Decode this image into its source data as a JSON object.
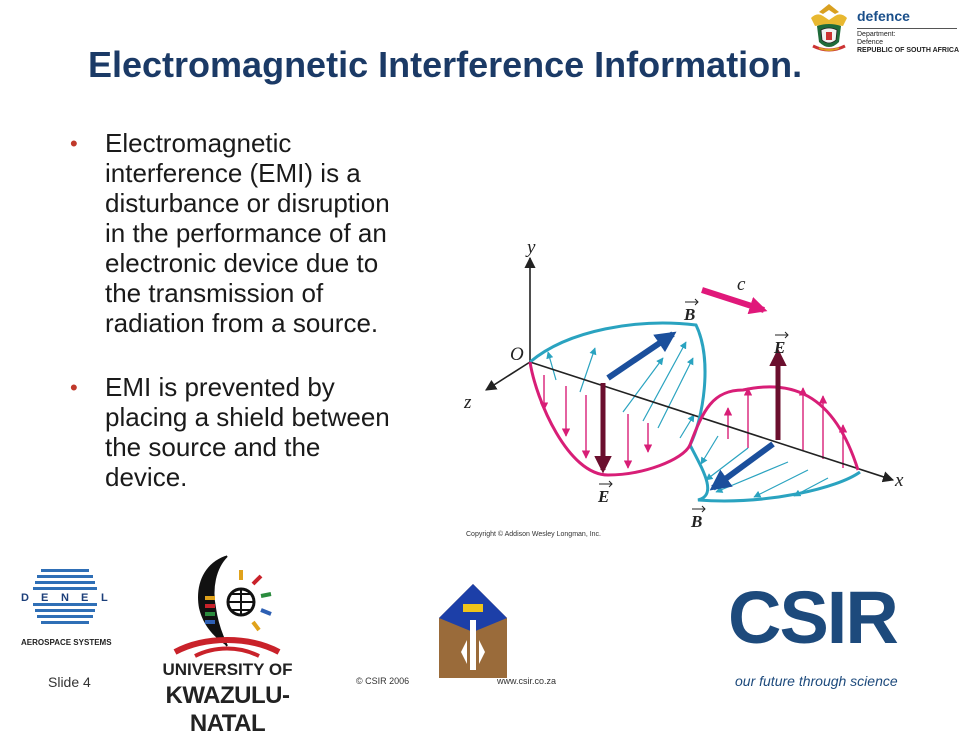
{
  "header": {
    "logo_word": "defence",
    "logo_sub": [
      "Department:",
      "Defence",
      "REPUBLIC OF SOUTH AFRICA"
    ]
  },
  "title": "Electromagnetic Interference Information.",
  "bullets": [
    [
      "Electromagnetic",
      "interference (EMI) is a",
      "disturbance or disruption",
      "in the performance of an",
      "electronic device due to",
      "the transmission of",
      "radiation from a source."
    ],
    [
      "EMI is prevented by",
      "placing a shield between",
      "the source and the",
      "device."
    ]
  ],
  "diagram": {
    "axis_labels": {
      "y": "y",
      "z": "z",
      "x": "x",
      "origin": "O"
    },
    "velocity_label": "c",
    "field_labels": {
      "b_top": "B",
      "e_right": "E",
      "e_bottom": "E",
      "b_bottom": "B"
    },
    "colors": {
      "e_field": "#d81e77",
      "b_field": "#2aa3c0",
      "e_arrow": "#6b0f2e",
      "b_arrow": "#1b4f9c",
      "velocity_arrow": "#e0187a"
    },
    "copyright": "Copyright © Addison Wesley Longman, Inc."
  },
  "logos": {
    "denel_letters": [
      "D",
      "E",
      "N",
      "E",
      "L"
    ],
    "denel_sub": "AEROSPACE SYSTEMS",
    "ukzn_line1": "UNIVERSITY OF",
    "ukzn_line2": "KWAZULU-NATAL",
    "csir_word": "CSIR",
    "csir_tagline": "our future through science"
  },
  "footer": {
    "slide": "Slide 4",
    "copyright": "© CSIR 2006",
    "url": "www.csir.co.za"
  }
}
